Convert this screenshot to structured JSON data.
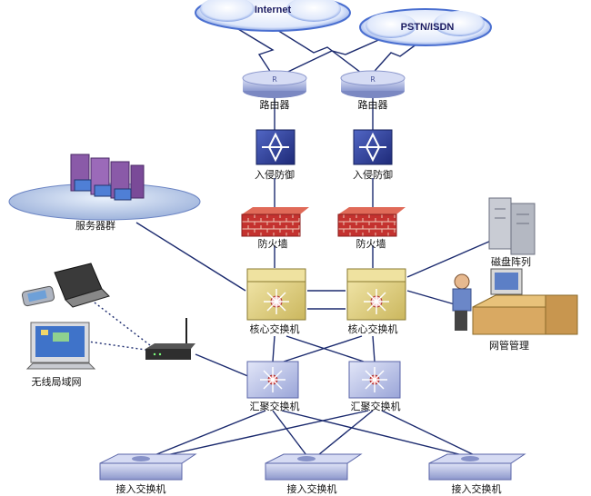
{
  "clouds": {
    "internet": "Internet",
    "pstn": "PSTN/ISDN"
  },
  "nodes": {
    "router_left": "路由器",
    "router_right": "路由器",
    "ips_left": "入侵防御",
    "ips_right": "入侵防御",
    "fw_left": "防火墙",
    "fw_right": "防火墙",
    "core_left": "核心交换机",
    "core_right": "核心交换机",
    "agg_left": "汇聚交换机",
    "agg_right": "汇聚交换机",
    "access_1": "接入交换机",
    "access_2": "接入交换机",
    "access_3": "接入交换机",
    "server_group": "服务器群",
    "disk_array": "磁盘阵列",
    "network_mgmt": "网管管理",
    "wireless_lan": "无线局域网"
  },
  "colors": {
    "link": "#1b2a6e",
    "router": "#b8c2e8",
    "ips": "#2e3f9c",
    "firewall": "#c0322f",
    "core_switch": "#e8d98a",
    "switch_face": "#bfc6ea",
    "cloud": "#4a6fd0"
  }
}
